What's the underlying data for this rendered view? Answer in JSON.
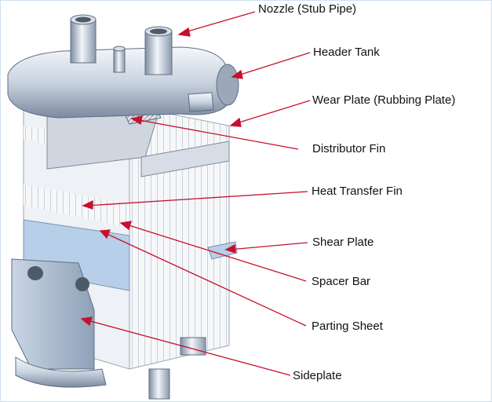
{
  "labels": {
    "nozzle": "Nozzle (Stub Pipe)",
    "header_tank": "Header Tank",
    "wear_plate": "Wear Plate (Rubbing Plate)",
    "distributor_fin": "Distributor Fin",
    "heat_transfer_fin": "Heat Transfer Fin",
    "shear_plate": "Shear Plate",
    "spacer_bar": "Spacer Bar",
    "parting_sheet": "Parting Sheet",
    "sideplate": "Sideplate"
  },
  "colors": {
    "leader_line": "#c8102e",
    "metal_light": "#e9edf3",
    "metal_mid": "#b3c0d0",
    "metal_dark": "#6d7d92",
    "shear_blue": "#b7cfe8"
  }
}
